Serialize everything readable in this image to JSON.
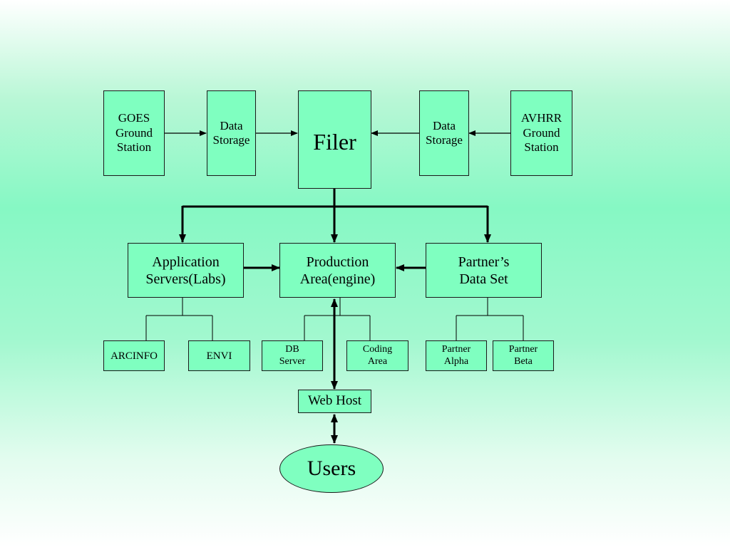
{
  "diagram": {
    "nodes": {
      "goes": "GOES\nGround\nStation",
      "storage_left": "Data\nStorage",
      "filer": "Filer",
      "storage_right": "Data\nStorage",
      "avhrr": "AVHRR\nGround\nStation",
      "app_servers": "Application\nServers(Labs)",
      "production": "Production\nArea(engine)",
      "partner_data": "Partner’s\nData Set",
      "arcinfo": "ARCINFO",
      "envi": "ENVI",
      "db_server": "DB\nServer",
      "coding_area": "Coding\nArea",
      "partner_alpha": "Partner\nAlpha",
      "partner_beta": "Partner\nBeta",
      "web_host": "Web Host",
      "users": "Users"
    },
    "edges": [
      {
        "from": "GOES Ground Station",
        "to": "Data Storage",
        "style": "thin-arrow"
      },
      {
        "from": "Data Storage",
        "to": "Filer",
        "style": "thin-arrow"
      },
      {
        "from": "AVHRR Ground Station",
        "to": "Data Storage",
        "style": "thin-arrow"
      },
      {
        "from": "Data Storage",
        "to": "Filer",
        "style": "thin-arrow"
      },
      {
        "from": "Filer",
        "to": "Application Servers(Labs)",
        "style": "thick-arrow"
      },
      {
        "from": "Filer",
        "to": "Production Area(engine)",
        "style": "thick-arrow"
      },
      {
        "from": "Filer",
        "to": "Partner’s Data Set",
        "style": "thick-arrow"
      },
      {
        "from": "Application Servers(Labs)",
        "to": "Production Area(engine)",
        "style": "thick-arrow"
      },
      {
        "from": "Partner’s Data Set",
        "to": "Production Area(engine)",
        "style": "thick-arrow"
      },
      {
        "from": "Production Area(engine)",
        "to": "Web Host",
        "style": "thick-double-arrow"
      },
      {
        "from": "Web Host",
        "to": "Users",
        "style": "thick-double-arrow"
      },
      {
        "from": "Application Servers(Labs)",
        "to": "ARCINFO",
        "style": "tree-line"
      },
      {
        "from": "Application Servers(Labs)",
        "to": "ENVI",
        "style": "tree-line"
      },
      {
        "from": "Production Area(engine)",
        "to": "DB Server",
        "style": "tree-line"
      },
      {
        "from": "Production Area(engine)",
        "to": "Coding Area",
        "style": "tree-line"
      },
      {
        "from": "Partner’s Data Set",
        "to": "Partner Alpha",
        "style": "tree-line"
      },
      {
        "from": "Partner’s Data Set",
        "to": "Partner Beta",
        "style": "tree-line"
      }
    ],
    "colors": {
      "node_fill": "#7fffc0",
      "line": "#000000"
    }
  }
}
